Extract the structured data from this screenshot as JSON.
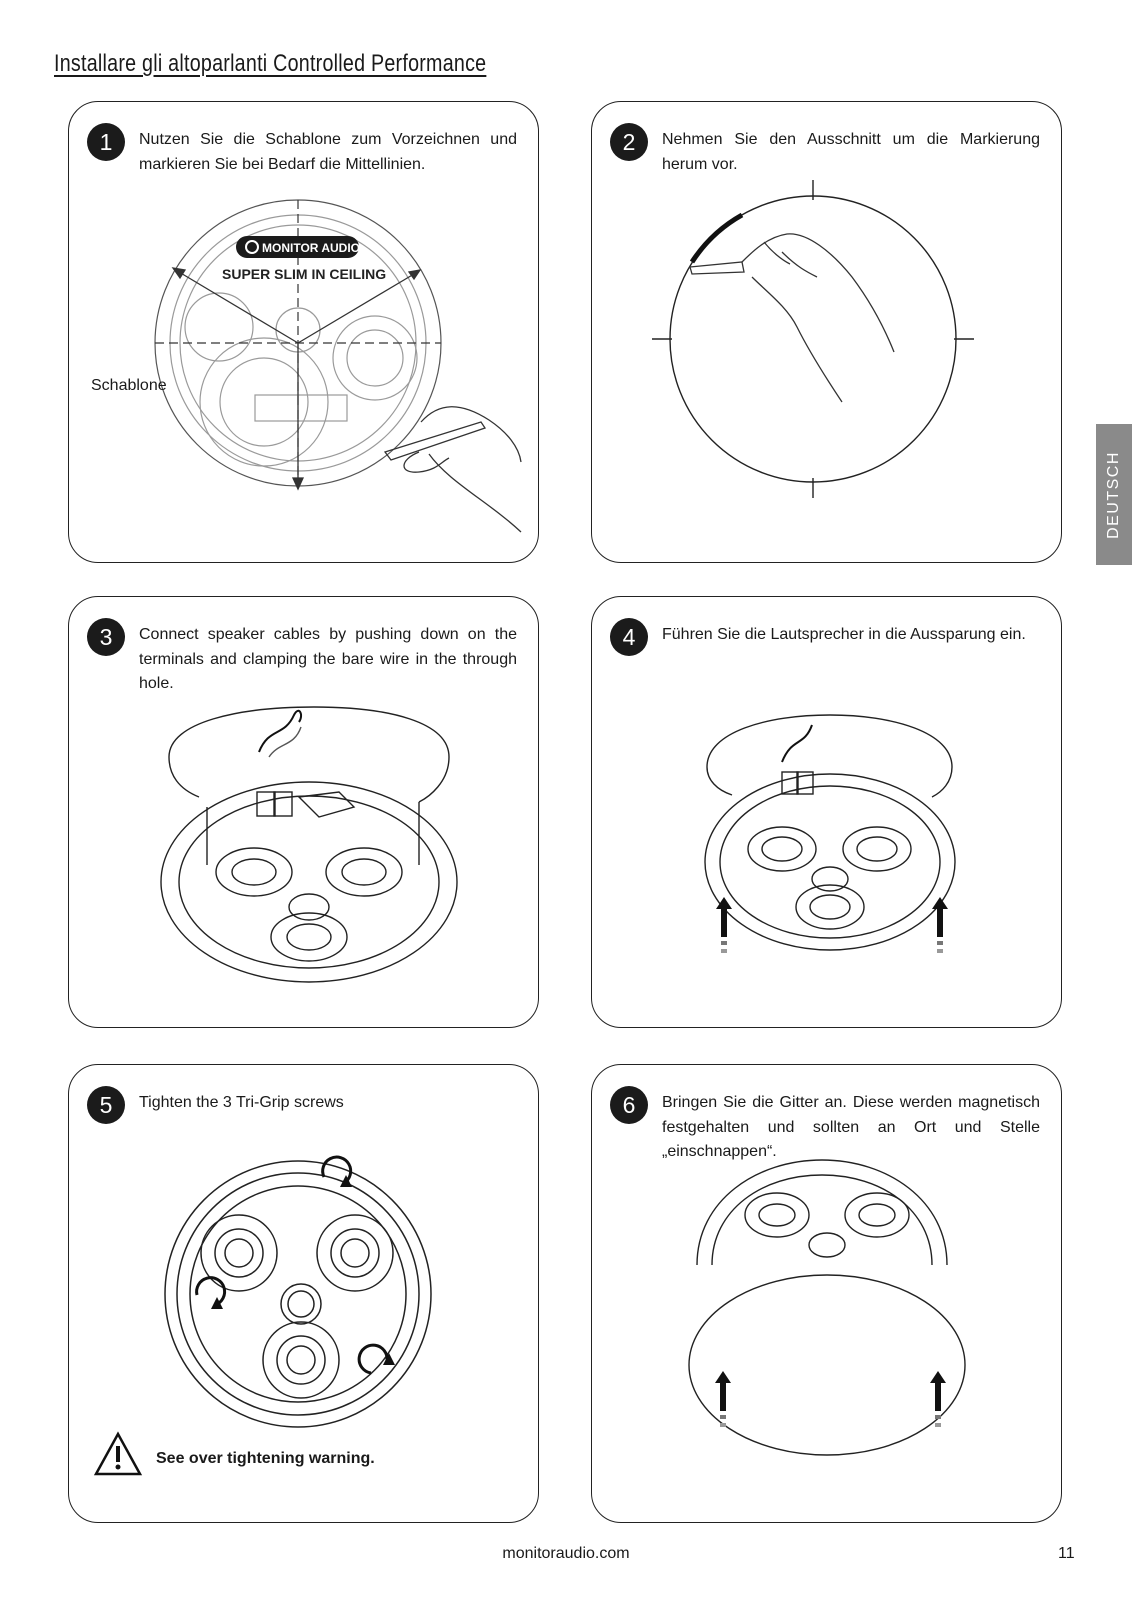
{
  "page": {
    "title": "Installare gli altoparlanti Controlled Performance",
    "side_tab": "DEUTSCH",
    "footer_url": "monitoraudio.com",
    "page_number": "11"
  },
  "steps": [
    {
      "number": "1",
      "text": "Nutzen Sie die Schablone zum Vorzeichnen und markieren Sie bei Bedarf die Mittellinien.",
      "label": "Schablone",
      "brand": "MONITOR AUDIO",
      "product": "SUPER SLIM  IN CEILING"
    },
    {
      "number": "2",
      "text": "Nehmen Sie den Ausschnitt um die Markierung herum vor."
    },
    {
      "number": "3",
      "text": "Connect speaker cables by pushing down on the terminals and clamping the bare wire in the through hole."
    },
    {
      "number": "4",
      "text": "Führen Sie die Lautsprecher in die Aussparung ein."
    },
    {
      "number": "5",
      "text": "Tighten the 3 Tri-Grip screws",
      "warning": "See over tightening warning."
    },
    {
      "number": "6",
      "text": "Bringen Sie die Gitter an. Diese werden magnetisch festgehalten und sollten an Ort und Stelle „einschnappen“."
    }
  ],
  "icons": {
    "warning": "warning-triangle-icon",
    "up_arrow": "up-arrow-icon",
    "rotate_arrow": "rotate-arrow-icon"
  }
}
